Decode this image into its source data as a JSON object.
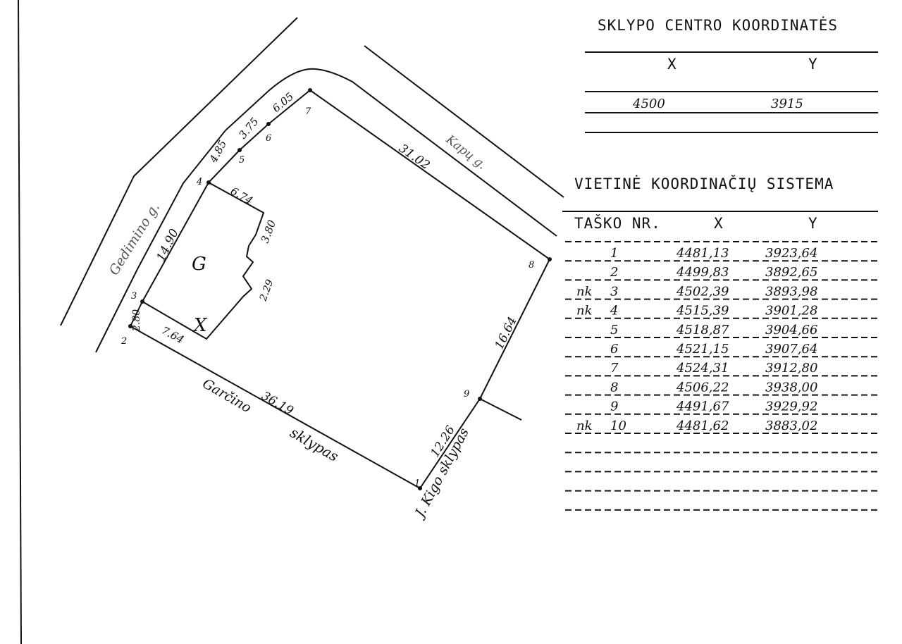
{
  "centre": {
    "title": "SKLYPO CENTRO KOORDINATĖS",
    "col_x": "X",
    "col_y": "Y",
    "x": "4500",
    "y": "3915"
  },
  "local": {
    "title": "VIETINĖ KOORDINAČIŲ SISTEMA",
    "col_point": "TAŠKO NR.",
    "col_x": "X",
    "col_y": "Y",
    "rows": [
      {
        "mark": "",
        "nr": "1",
        "x": "4481,13",
        "y": "3923,64"
      },
      {
        "mark": "",
        "nr": "2",
        "x": "4499,83",
        "y": "3892,65"
      },
      {
        "mark": "nk",
        "nr": "3",
        "x": "4502,39",
        "y": "3893,98"
      },
      {
        "mark": "nk",
        "nr": "4",
        "x": "4515,39",
        "y": "3901,28"
      },
      {
        "mark": "",
        "nr": "5",
        "x": "4518,87",
        "y": "3904,66"
      },
      {
        "mark": "",
        "nr": "6",
        "x": "4521,15",
        "y": "3907,64"
      },
      {
        "mark": "",
        "nr": "7",
        "x": "4524,31",
        "y": "3912,80"
      },
      {
        "mark": "",
        "nr": "8",
        "x": "4506,22",
        "y": "3938,00"
      },
      {
        "mark": "",
        "nr": "9",
        "x": "4491,67",
        "y": "3929,92"
      },
      {
        "mark": "nk",
        "nr": "10",
        "x": "4481,62",
        "y": "3883,02"
      }
    ]
  },
  "plan": {
    "streets": {
      "gedimino": "Gedimino g.",
      "kapu": "Kapų g."
    },
    "neighbours": {
      "garcino": "Garčino",
      "sklypas": "sklypas",
      "kigo": "J. Kigo sklypas"
    },
    "building": {
      "letter": "G",
      "mark": "X"
    },
    "points": [
      "1",
      "2",
      "3",
      "4",
      "5",
      "6",
      "7",
      "8",
      "9"
    ],
    "lengths": {
      "s1_2": "36.19",
      "s2_3": "2.80",
      "s3_4": "14.90",
      "s4_5": "4.85",
      "s5_6": "3.75",
      "s6_7": "6.05",
      "s7_8": "31.02",
      "s8_9": "16.64",
      "s9_1": "12.26",
      "b_top": "6.74",
      "b_right1": "3.80",
      "b_right2": "2.29",
      "b_bottom": "7.64"
    }
  }
}
